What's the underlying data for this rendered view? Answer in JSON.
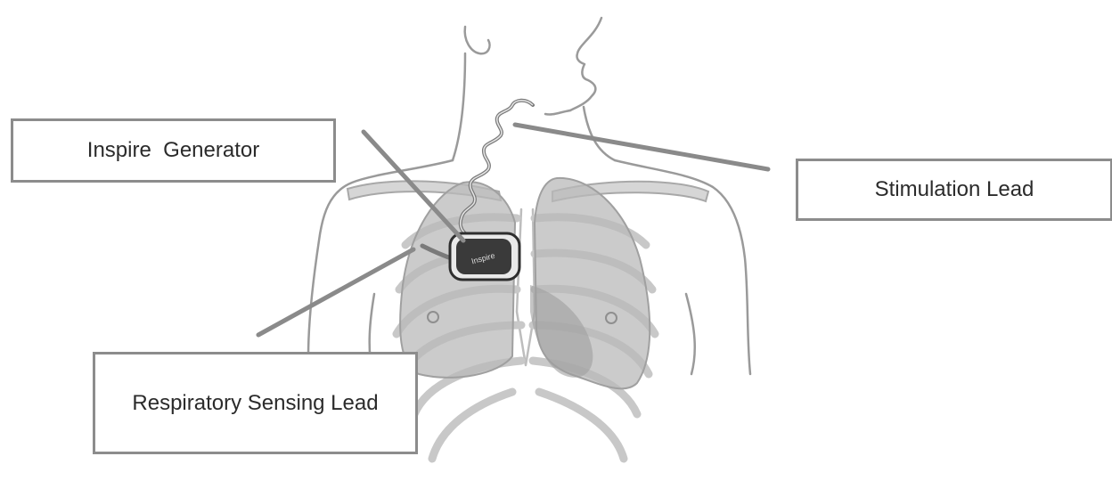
{
  "callouts": {
    "generator": "Inspire  Generator",
    "stimulation": "Stimulation Lead",
    "respiratory": "Respiratory Sensing Lead"
  },
  "device_text": "Inspire",
  "colors": {
    "outline": "#8c8c8c",
    "body_line": "#9a9a9a",
    "lung": "#b9b9b9",
    "ribs": "#c8c8c8",
    "device": "#2e2e2e",
    "leader": "#8a8a8a"
  }
}
